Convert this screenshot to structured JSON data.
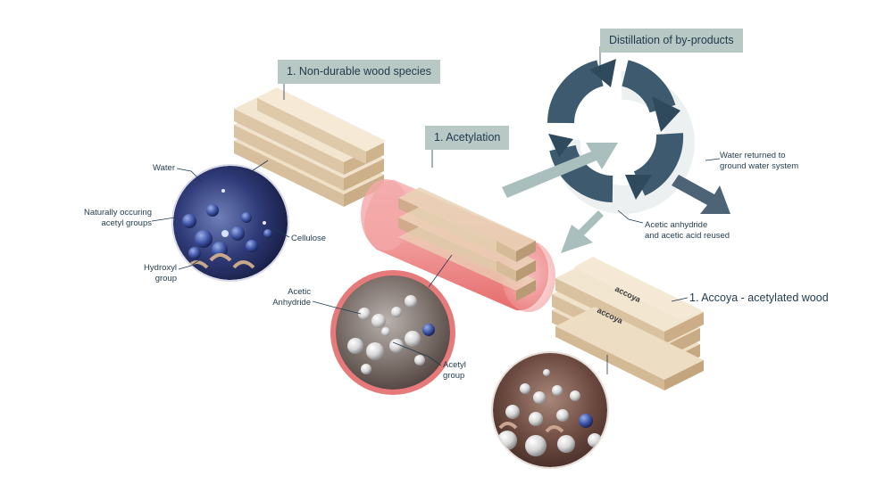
{
  "labels": {
    "non_durable": "1. Non-durable wood species",
    "acetylation": "1. Acetylation",
    "distillation": "Distillation of by-products",
    "accoya": "1. Accoya - acetylated wood",
    "water_returned": "Water returned to\nground water system",
    "reused": "Acetic anhydride\nand acetic acid reused",
    "water": "Water",
    "naturally": "Naturally occuring\nacetyl groups",
    "cellulose": "Cellulose",
    "hydroxyl": "Hydroxyl\ngroup",
    "acetic_anhydride": "Acetic\nAnhydride",
    "acetyl_group": "Acetyl\ngroup"
  },
  "brand": "accoya",
  "colors": {
    "tag_bg": "#b8c8c5",
    "text": "#1f3a4d",
    "cycle": "#3d5a6e",
    "flow_arrow": "#a9bfbd",
    "dark_arrow": "#4c6475",
    "wood": "#e9d6bb",
    "cylinder": "#e46a6a"
  }
}
